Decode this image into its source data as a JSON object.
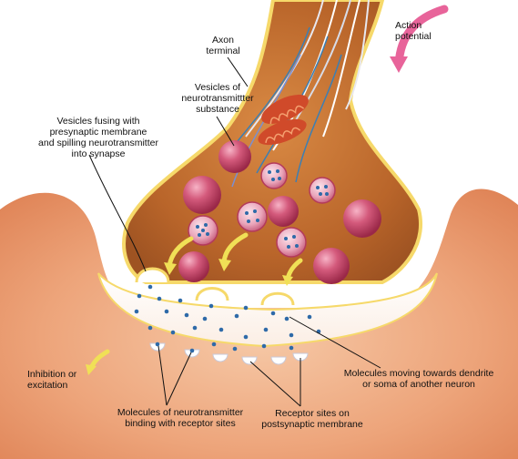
{
  "labels": {
    "action_potential": "Action\npotential",
    "axon_terminal": "Axon\nterminal",
    "vesicles_nt": "Vesicles of\nneurotransmittter\nsubstance",
    "vesicles_fusing": "Vesicles fusing with\npresynaptic membrane\nand spilling neurotransmitter\ninto synapse",
    "inhibition": "Inhibition or\nexcitation",
    "molecules_binding": "Molecules of neurotransmitter\nbinding with receptor sites",
    "receptor_sites": "Receptor sites on\npostsynaptic membrane",
    "molecules_moving": "Molecules moving towards dendrite\nor soma of another neuron"
  },
  "colors": {
    "background_tissue": "#e9a27a",
    "terminal_fill": "#c0702e",
    "terminal_membrane": "#f6d96a",
    "vesicle": "#c24466",
    "molecule": "#2e6aa8",
    "arrow_action": "#e8649a",
    "arrow_flow": "#f0e056",
    "cleft": "#ffffff"
  }
}
